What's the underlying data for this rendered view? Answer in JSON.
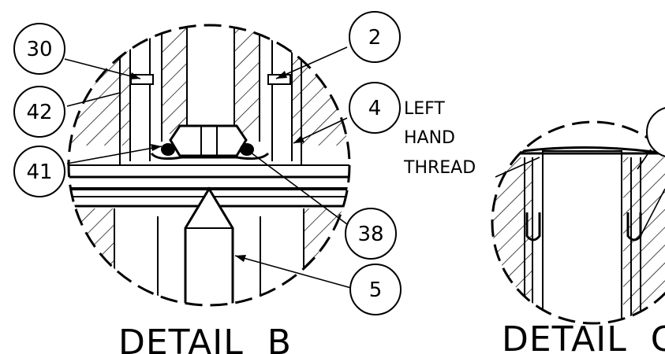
{
  "drawing": {
    "details": [
      {
        "id": "detail-b",
        "title": "DETAIL  B"
      },
      {
        "id": "detail-c",
        "title": "DETAIL  C"
      }
    ],
    "balloons": [
      {
        "id": "balloon-30",
        "label": "30"
      },
      {
        "id": "balloon-2",
        "label": "2"
      },
      {
        "id": "balloon-42",
        "label": "42"
      },
      {
        "id": "balloon-4",
        "label": "4"
      },
      {
        "id": "balloon-41",
        "label": "41"
      },
      {
        "id": "balloon-38",
        "label": "38"
      },
      {
        "id": "balloon-5",
        "label": "5"
      }
    ],
    "notes": {
      "left_hand_thread": [
        "LEFT",
        "HAND",
        "THREAD"
      ]
    },
    "colors": {
      "line": "#000000",
      "background": "#ffffff"
    }
  }
}
